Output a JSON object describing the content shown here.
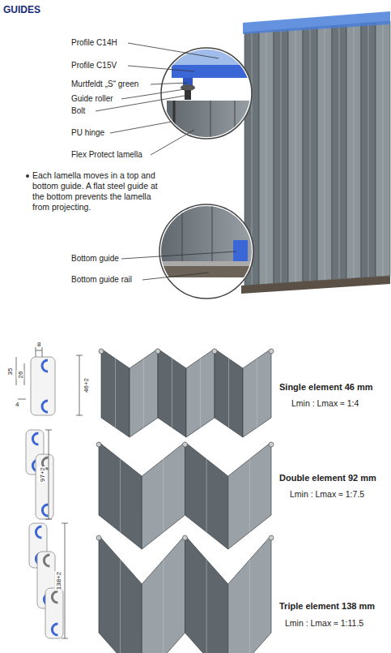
{
  "diagram": {
    "title": "GUIDES",
    "labels": [
      "Profile C14H",
      "Profile C15V",
      "Murtfeldt „S“ green",
      "Guide roller",
      "Bolt",
      "PU hinge",
      "Flex Protect lamella",
      "Each lamella moves in a top and bottom guide. A flat steel guide at the bottom prevents the lamella from projecting.",
      "Bottom guide",
      "Bottom guide rail",
      "8",
      "35",
      "26",
      "4",
      "46+2",
      "Single element 46 mm",
      "Lmin : Lmax ≈ 1:4",
      "97+2",
      "Double element 92 mm",
      "Lmin : Lmax ≈ 1:7.5",
      "138+2",
      "Triple element 138 mm",
      "Lmin : Lmax ≈ 1:11.5"
    ]
  }
}
